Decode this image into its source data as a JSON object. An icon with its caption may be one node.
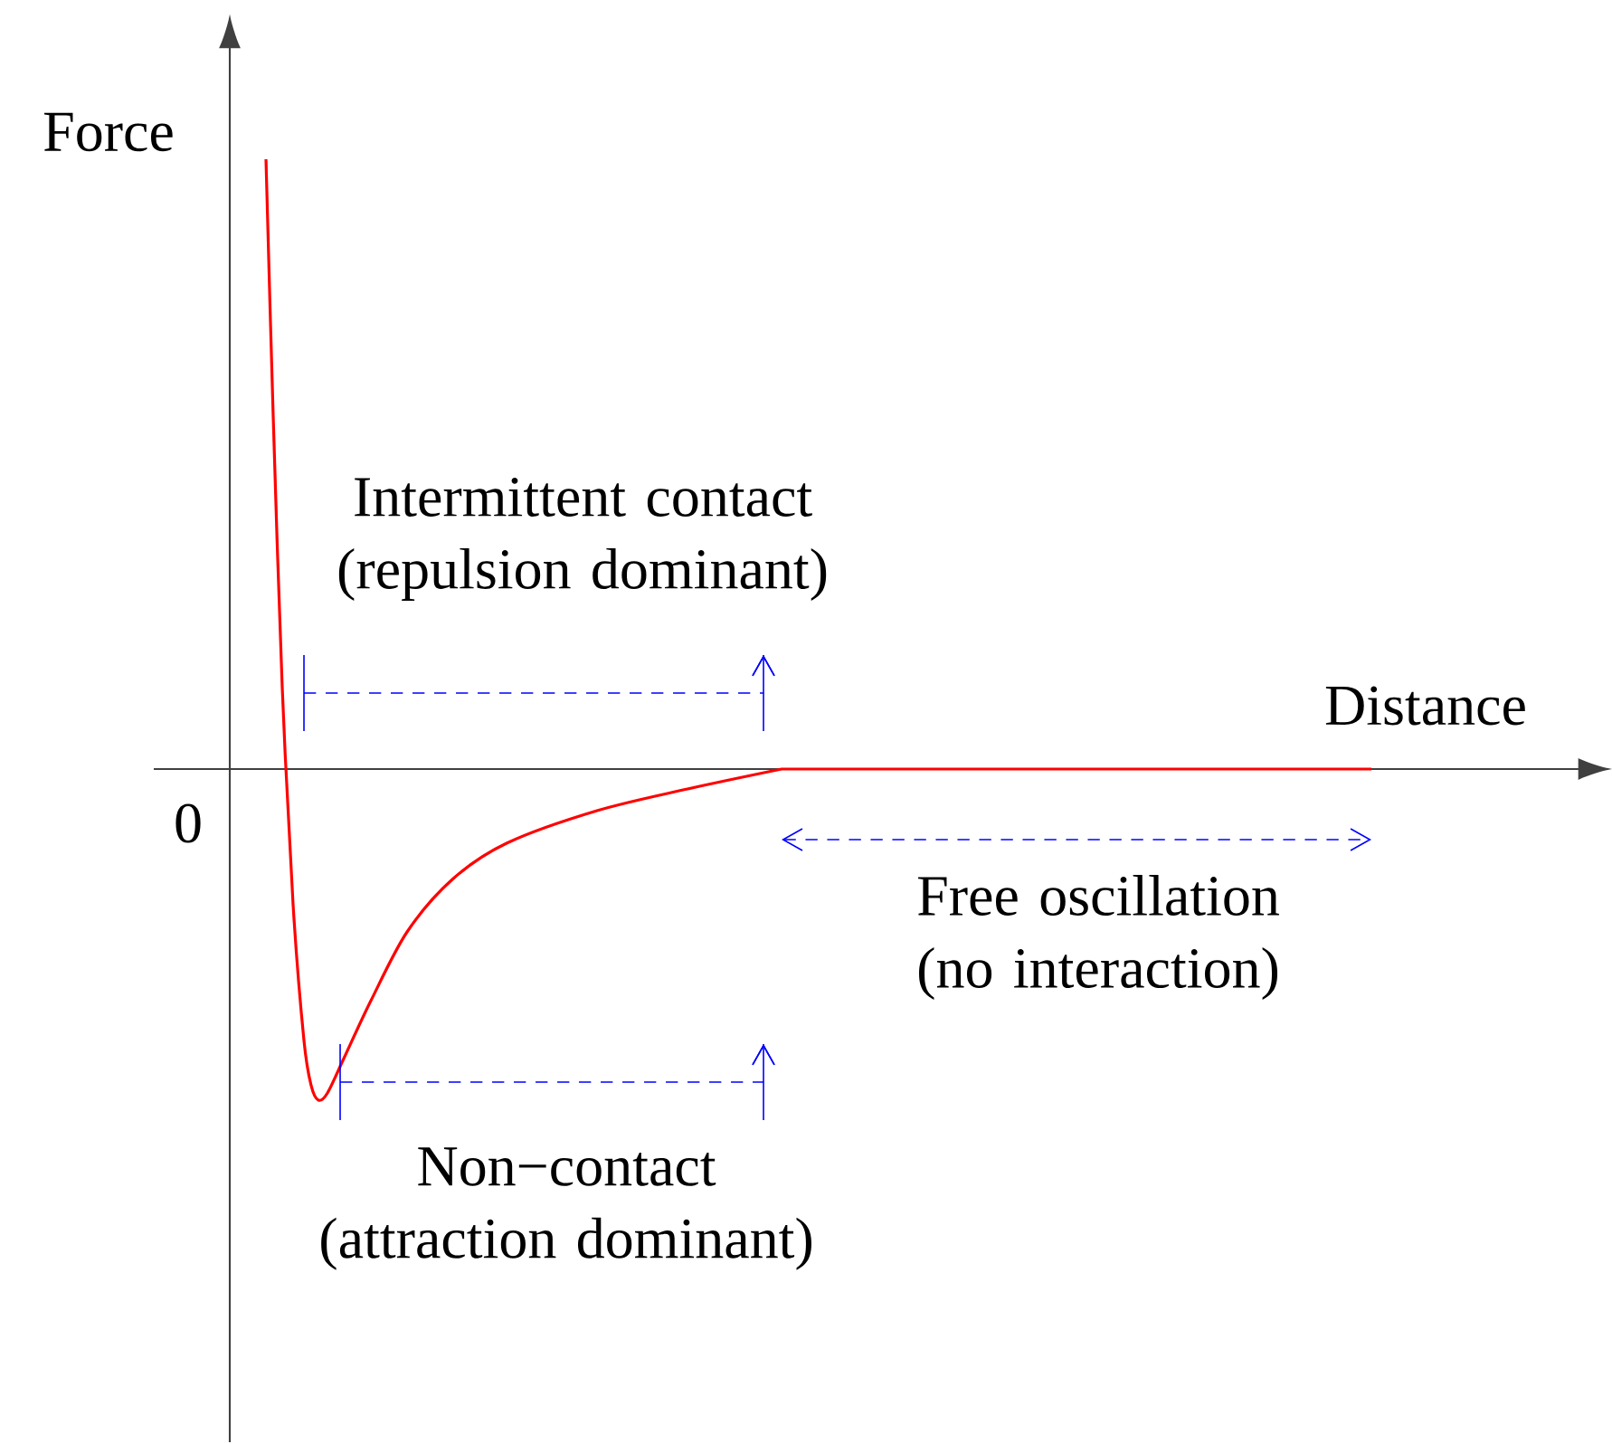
{
  "diagram": {
    "labels": [
      "Force",
      "Distance",
      "0",
      "Intermittent contact (repulsion dominant)",
      "Free oscillation (no interaction)",
      "Non−contact (attraction dominant)"
    ]
  }
}
